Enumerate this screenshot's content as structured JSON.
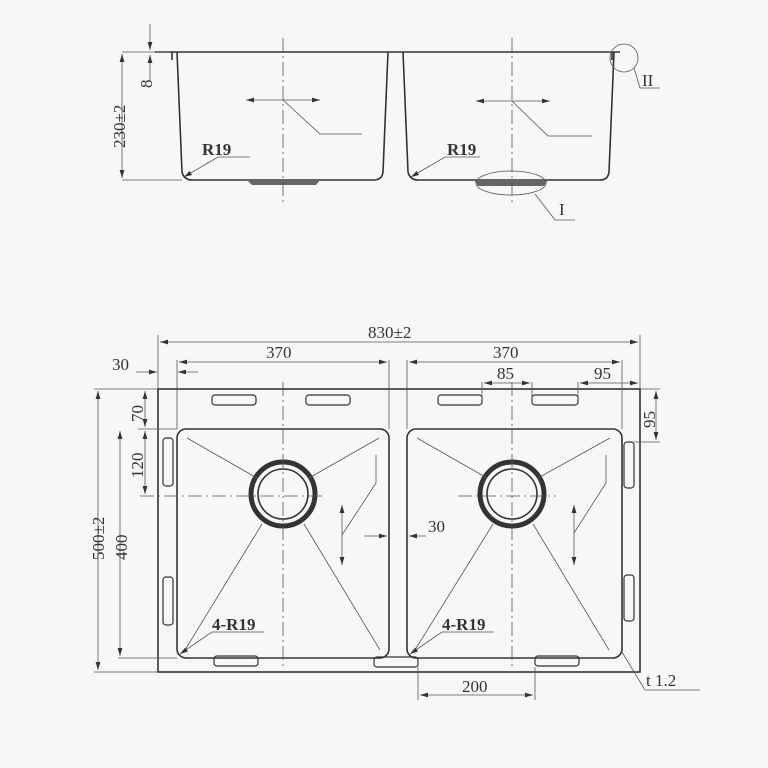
{
  "side_view": {
    "height_dim": "230±2",
    "rim_dim": "8",
    "radius_left": "R19",
    "radius_right": "R19",
    "detail_1": "I",
    "detail_2": "II"
  },
  "plan_view": {
    "overall_width": "830±2",
    "bowl_left_width": "370",
    "bowl_right_width": "370",
    "left_offset": "30",
    "clip_spacing": "85",
    "clip_edge": "95",
    "right_clip_dim": "95",
    "top_clip_dim": "70",
    "drain_offset": "120",
    "overall_depth": "500±2",
    "bowl_depth": "400",
    "divider": "30",
    "corner_left": "4-R19",
    "corner_right": "4-R19",
    "bottom_dim": "200",
    "thickness": "t 1.2"
  }
}
